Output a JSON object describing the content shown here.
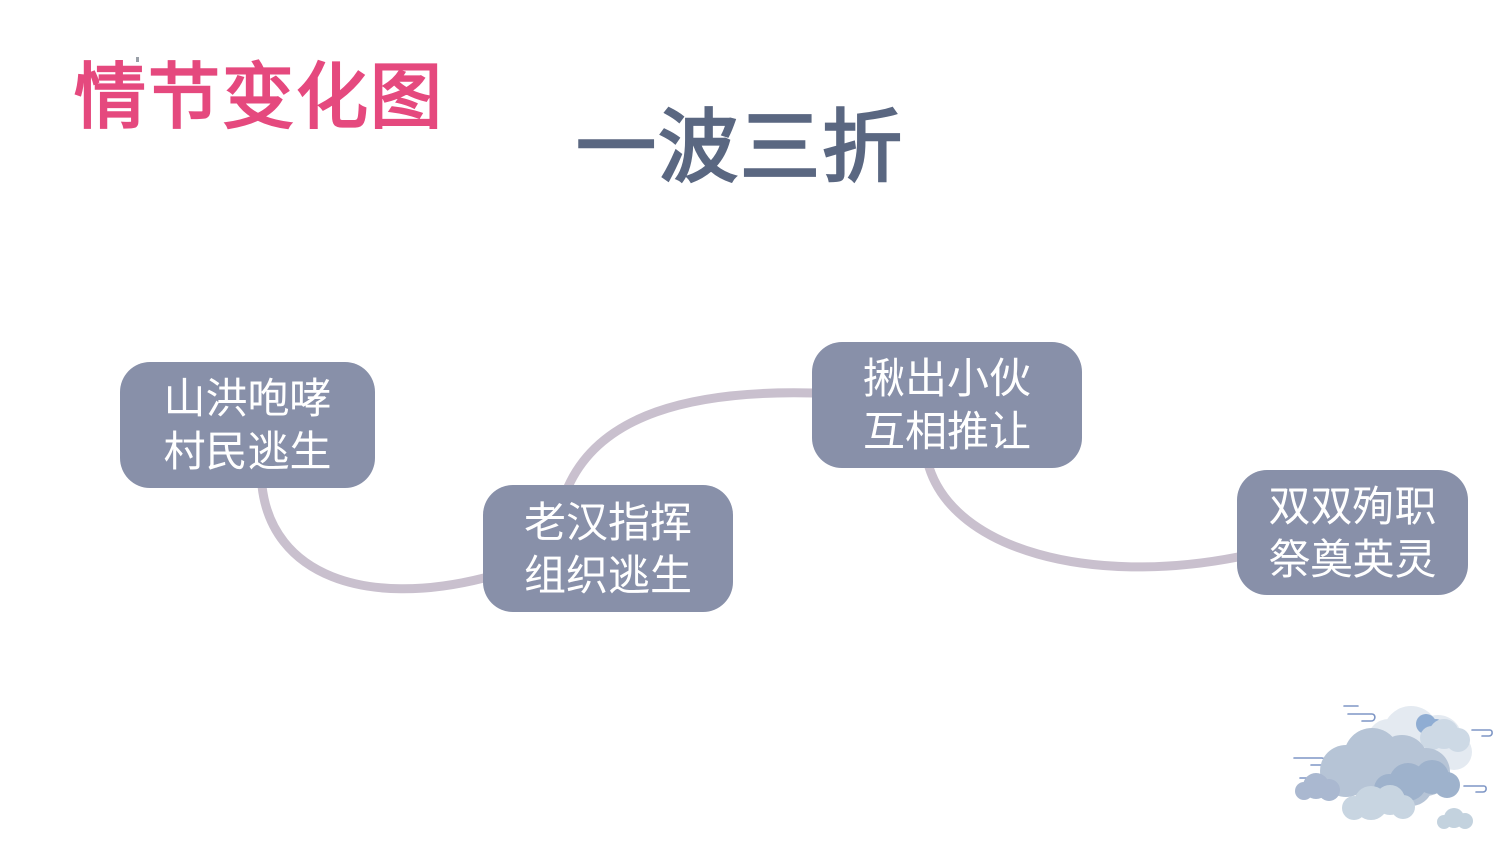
{
  "slide": {
    "title": "情节变化图",
    "subtitle": "一波三折",
    "nodes": [
      {
        "line1": "山洪咆哮",
        "line2": "村民逃生"
      },
      {
        "line1": "老汉指挥",
        "line2": "组织逃生"
      },
      {
        "line1": "揪出小伙",
        "line2": "互相推让"
      },
      {
        "line1": "双双殉职",
        "line2": "祭奠英灵"
      }
    ],
    "colors": {
      "title_pink": "#E5497E",
      "subtitle_slate": "#5A6781",
      "node_background": "#8890A9",
      "node_text": "#FFFFFF",
      "connector": "#C9C0CE",
      "cloud_main": "#B6C4D6",
      "cloud_light": "#E4EAF1",
      "cloud_dark": "#8FADD3",
      "cloud_swirl": "#7E96C5"
    },
    "decoration": "cloud-cluster"
  }
}
